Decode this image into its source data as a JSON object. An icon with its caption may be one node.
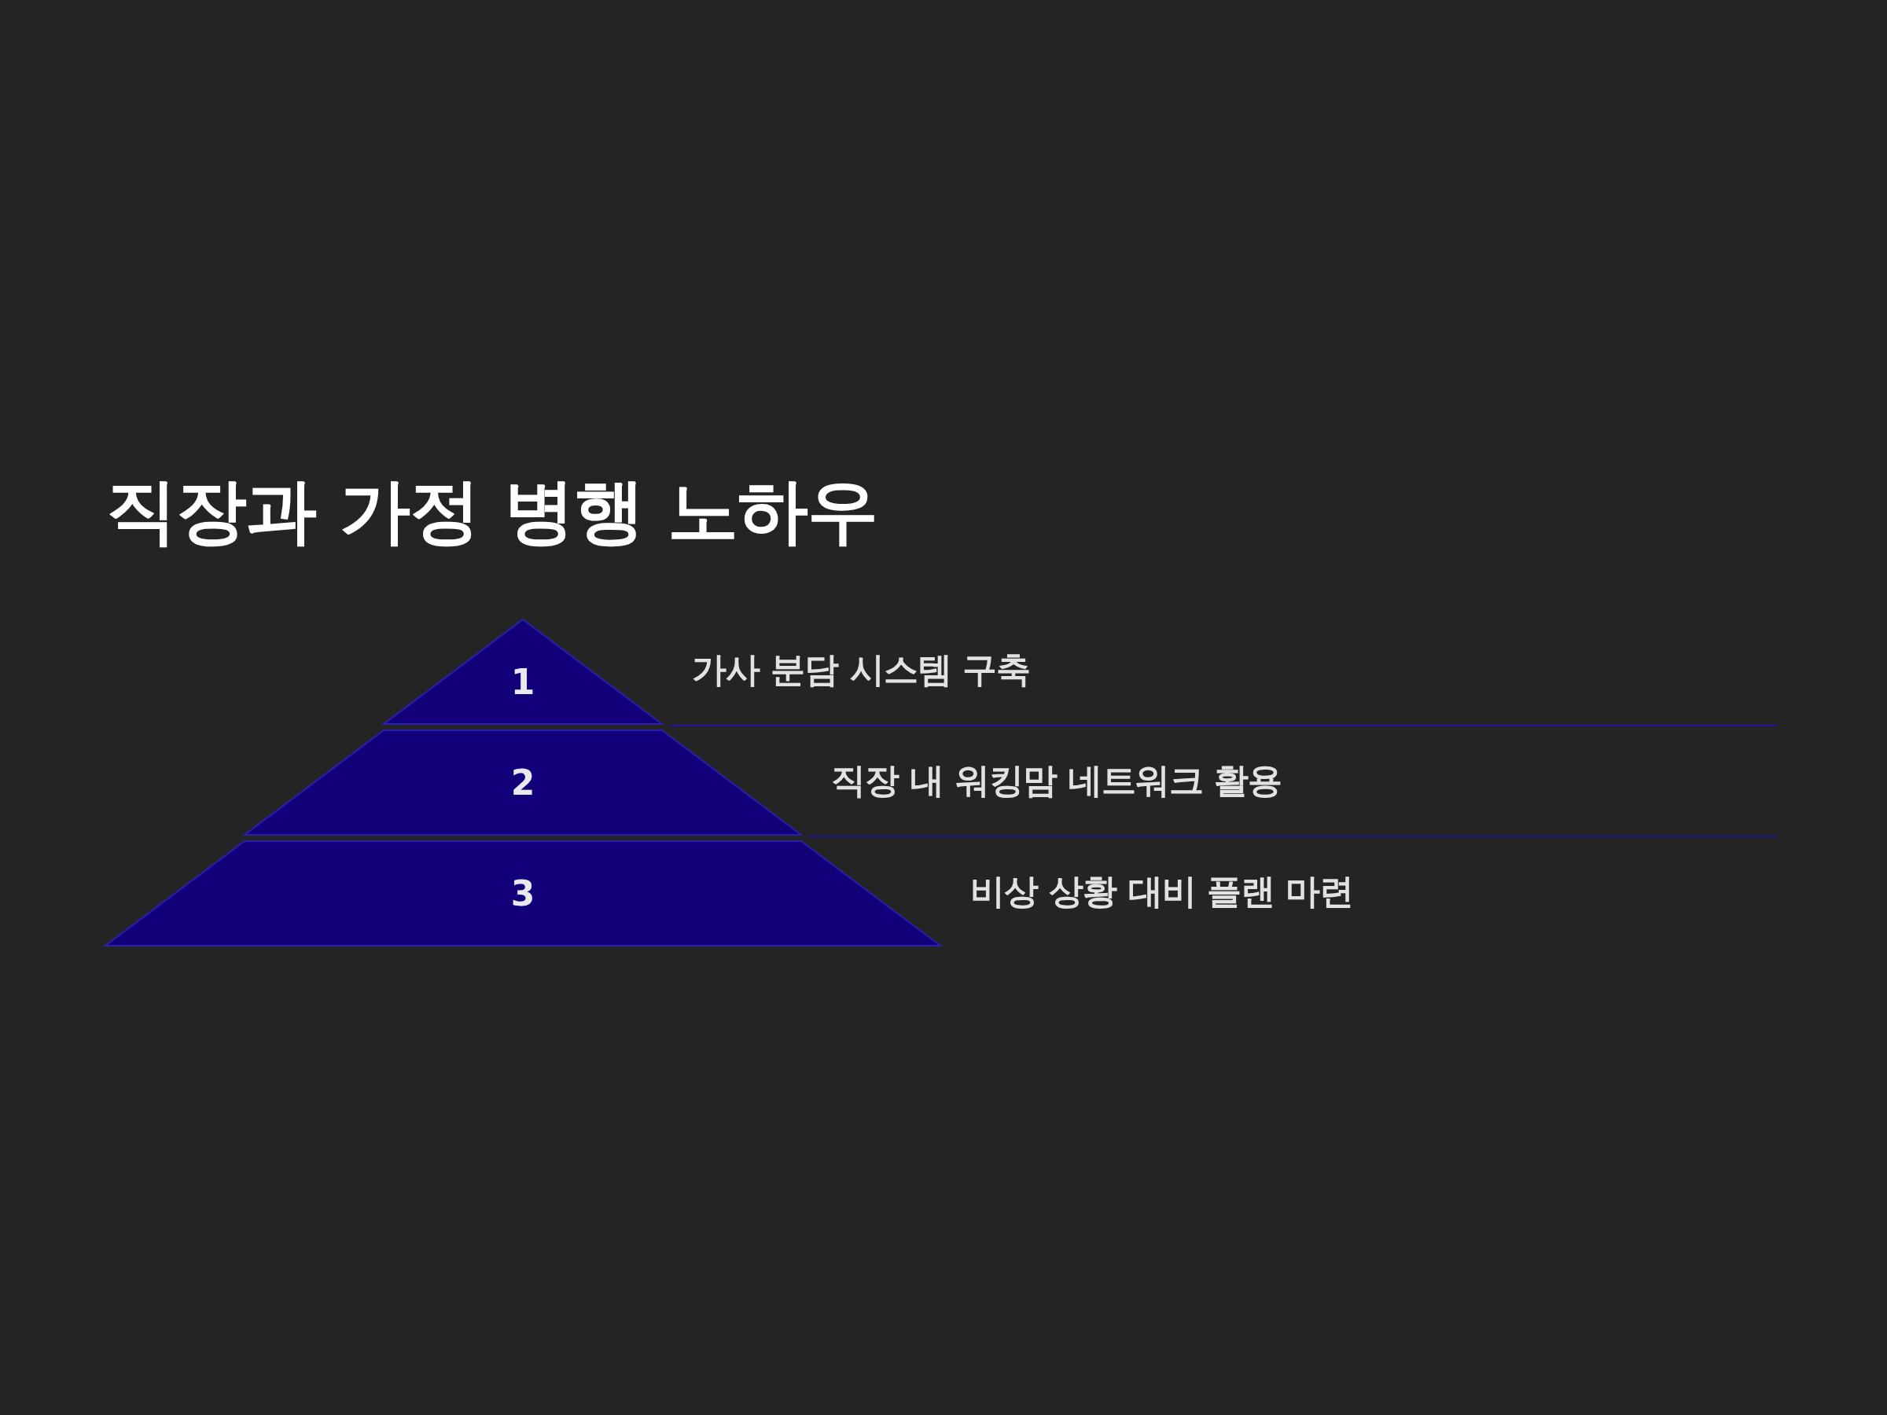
{
  "diagram": {
    "title": "직장과 가정 병행 노하우",
    "nodes": [
      {
        "text": [
          "1"
        ],
        "beside": [
          "가사 분담 시스템 구축"
        ]
      },
      {
        "text": [
          "2"
        ],
        "beside": [
          "직장 내 워킹맘 네트워크 활용"
        ]
      },
      {
        "text": [
          "3"
        ],
        "beside": [
          "비상 상황 대비 플랜 마련"
        ]
      }
    ]
  }
}
